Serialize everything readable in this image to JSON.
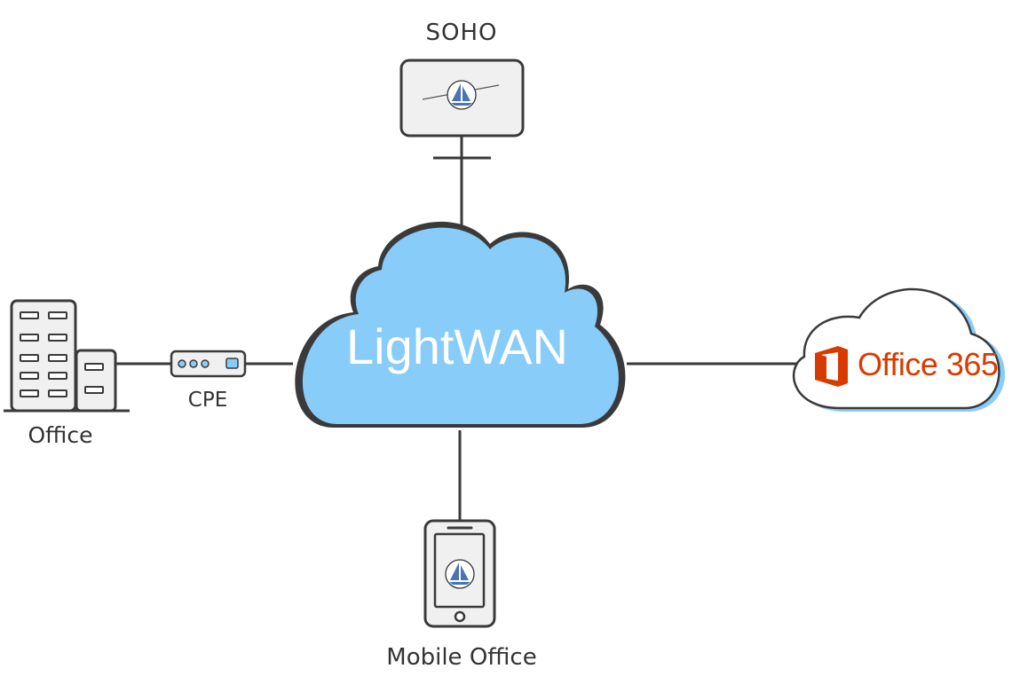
{
  "labels": {
    "soho": "SOHO",
    "office": "Office",
    "cpe": "CPE",
    "mobile": "Mobile Office",
    "cloud": "LightWAN",
    "office365": "Office 365"
  },
  "icons": {
    "soho": "laptop-with-sailboat-logo",
    "office": "office-building",
    "cpe": "cpe-router",
    "mobile": "smartphone-with-sailboat-logo",
    "cloud": "lightwan-cloud",
    "office365": "office-365-logo"
  },
  "colors": {
    "cloud_fill": "#88ccf9",
    "outline": "#3a3a3a",
    "device_fill": "#f0f0f0",
    "logo_blue": "#4a72b5",
    "office365_orange": "#d83b01"
  }
}
